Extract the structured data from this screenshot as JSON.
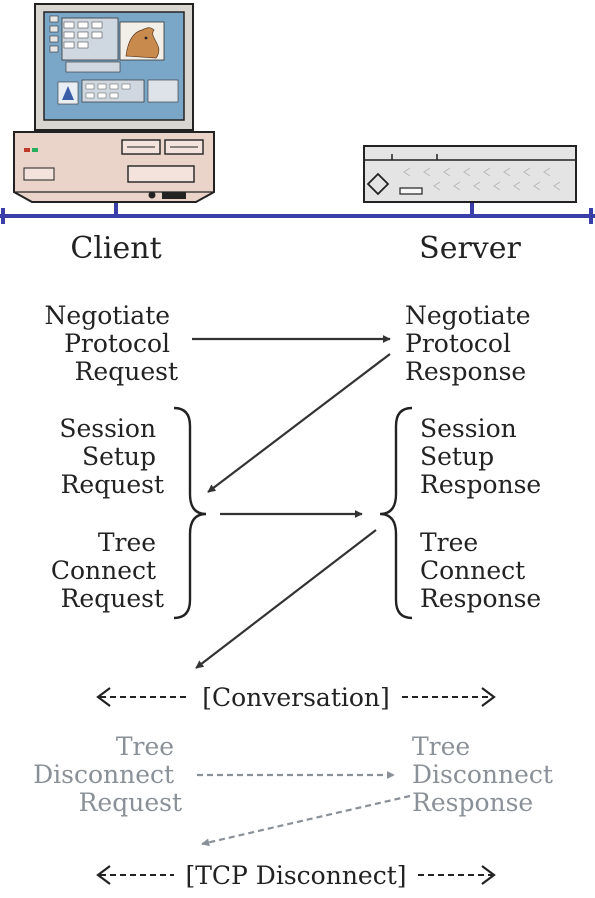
{
  "labels": {
    "client": "Client",
    "server": "Server"
  },
  "colors": {
    "network_line": "#3a3ea8",
    "text": "#222222",
    "text_faded": "#8a9097",
    "arrow": "#333333",
    "arrow_faded": "#8a9097",
    "client_case": "#ead3c9",
    "server_case": "#e4e4e4",
    "monitor_screen": "#7aa6c8"
  },
  "steps": {
    "negotiate_request": [
      "Negotiate",
      "Protocol",
      "Request"
    ],
    "negotiate_response": [
      "Negotiate",
      "Protocol",
      "Response"
    ],
    "session_request": [
      "Session",
      "Setup",
      "Request"
    ],
    "session_response": [
      "Session",
      "Setup",
      "Response"
    ],
    "tree_connect_request": [
      "Tree",
      "Connect",
      "Request"
    ],
    "tree_connect_response": [
      "Tree",
      "Connect",
      "Response"
    ],
    "conversation": "[Conversation]",
    "tree_disconnect_request": [
      "Tree",
      "Disconnect",
      "Request"
    ],
    "tree_disconnect_response": [
      "Tree",
      "Disconnect",
      "Response"
    ],
    "tcp_disconnect": "[TCP Disconnect]"
  }
}
